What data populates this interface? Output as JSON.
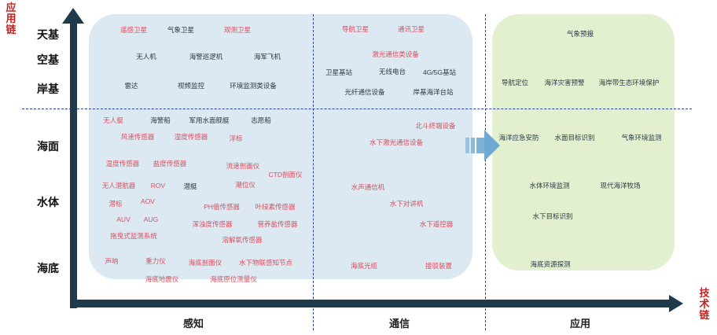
{
  "axes": {
    "vertical_title": [
      "应",
      "用",
      "链"
    ],
    "horizontal_title": [
      "技",
      "术",
      "链"
    ]
  },
  "rows": [
    "天基",
    "空基",
    "岸基",
    "海面",
    "水体",
    "海底"
  ],
  "columns": [
    "感知",
    "通信",
    "应用"
  ],
  "colors": {
    "axis": "#1f3a4b",
    "dashed": "#2a3fa8",
    "left_panel": "#dce8f2",
    "right_panel": "#e2f0cf",
    "highlight": "#d8505e",
    "title_red": "#c8201f"
  },
  "perception_items": [
    {
      "label": "遥感卫星",
      "style": "red"
    },
    {
      "label": "气象卫星",
      "style": "dark"
    },
    {
      "label": "观测卫星",
      "style": "red"
    },
    {
      "label": "无人机",
      "style": "dark"
    },
    {
      "label": "海警巡逻机",
      "style": "dark"
    },
    {
      "label": "海军飞机",
      "style": "dark"
    },
    {
      "label": "雷达",
      "style": "dark"
    },
    {
      "label": "视频监控",
      "style": "dark"
    },
    {
      "label": "环境监测类设备",
      "style": "dark"
    },
    {
      "label": "无人艇",
      "style": "red"
    },
    {
      "label": "海警船",
      "style": "dark"
    },
    {
      "label": "军用水面舰艇",
      "style": "dark"
    },
    {
      "label": "志愿船",
      "style": "dark"
    },
    {
      "label": "风速传感器",
      "style": "red"
    },
    {
      "label": "湿度传感器",
      "style": "red"
    },
    {
      "label": "浮标",
      "style": "red"
    },
    {
      "label": "温度传感器",
      "style": "red"
    },
    {
      "label": "盐度传感器",
      "style": "red"
    },
    {
      "label": "流速剖面仪",
      "style": "red"
    },
    {
      "label": "CTD剖面仪",
      "style": "red"
    },
    {
      "label": "无人潜航器",
      "style": "red"
    },
    {
      "label": "ROV",
      "style": "red"
    },
    {
      "label": "潜艇",
      "style": "dark"
    },
    {
      "label": "潮位仪",
      "style": "red"
    },
    {
      "label": "潜标",
      "style": "red"
    },
    {
      "label": "AOV",
      "style": "red"
    },
    {
      "label": "PH值传感器",
      "style": "red"
    },
    {
      "label": "叶绿素传感器",
      "style": "red"
    },
    {
      "label": "AUV",
      "style": "red"
    },
    {
      "label": "AUG",
      "style": "red"
    },
    {
      "label": "浑浊度传感器",
      "style": "red"
    },
    {
      "label": "营养盐传感器",
      "style": "red"
    },
    {
      "label": "拖曳式监测系统",
      "style": "red"
    },
    {
      "label": "溶解氧传感器",
      "style": "red"
    },
    {
      "label": "声呐",
      "style": "red"
    },
    {
      "label": "重力仪",
      "style": "red"
    },
    {
      "label": "海底剖面仪",
      "style": "red"
    },
    {
      "label": "水下物联感知节点",
      "style": "red"
    },
    {
      "label": "海底地震仪",
      "style": "red"
    },
    {
      "label": "海底原位测量仪",
      "style": "red"
    }
  ],
  "communication_items": [
    {
      "label": "导航卫星",
      "style": "red"
    },
    {
      "label": "通讯卫星",
      "style": "red"
    },
    {
      "label": "激光通信类设备",
      "style": "red"
    },
    {
      "label": "卫星基站",
      "style": "dark"
    },
    {
      "label": "无线电台",
      "style": "dark"
    },
    {
      "label": "4G/5G基站",
      "style": "dark"
    },
    {
      "label": "光纤通信设备",
      "style": "dark"
    },
    {
      "label": "岸基海洋台站",
      "style": "dark"
    },
    {
      "label": "北斗终端设备",
      "style": "red"
    },
    {
      "label": "水下激光通信设备",
      "style": "red"
    },
    {
      "label": "水声通信机",
      "style": "red"
    },
    {
      "label": "水下对讲机",
      "style": "red"
    },
    {
      "label": "水下遥控器",
      "style": "red"
    },
    {
      "label": "海底光缆",
      "style": "red"
    },
    {
      "label": "接驳装置",
      "style": "red"
    }
  ],
  "application_items": [
    {
      "label": "气象预报"
    },
    {
      "label": "导航定位"
    },
    {
      "label": "海洋灾害预警"
    },
    {
      "label": "海岸带生态环境保护"
    },
    {
      "label": "海洋应急安防"
    },
    {
      "label": "水面目标识别"
    },
    {
      "label": "气象环境监测"
    },
    {
      "label": "水体环境监测"
    },
    {
      "label": "现代海洋牧场"
    },
    {
      "label": "水下目标识别"
    },
    {
      "label": "海底资源探测"
    }
  ]
}
